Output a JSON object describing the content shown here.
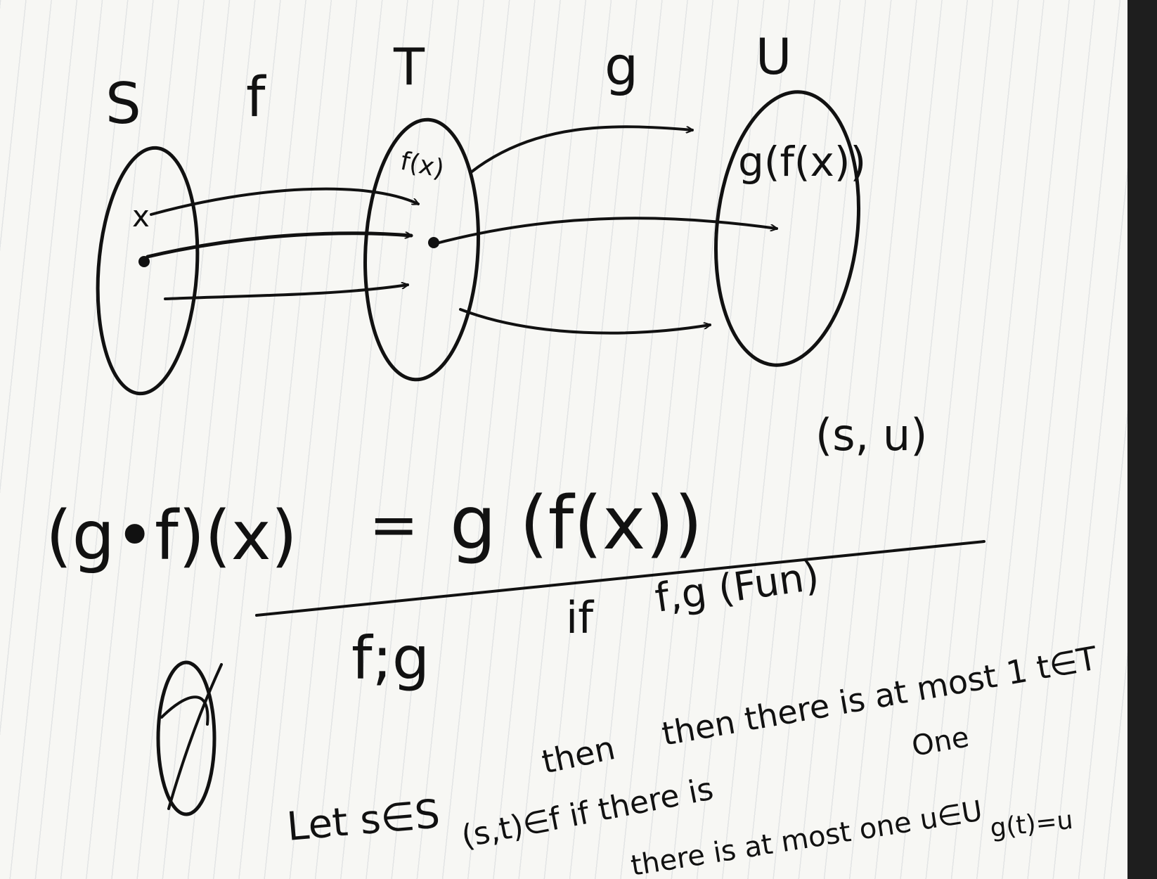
{
  "sets": {
    "domain_label": "S",
    "middle_label": "T",
    "codomain_label": "U"
  },
  "maps": {
    "first": "f",
    "second": "g"
  },
  "elements": {
    "x": "x",
    "fx": "f(x)",
    "gfx": "g(f(x))"
  },
  "pair": "(s, u)",
  "definition": {
    "lhs": "(g•f)(x)",
    "equals": "=",
    "rhs": "g (f(x))"
  },
  "note": {
    "composition": "f;g",
    "if_word": "if",
    "condition": "f,g (Fun)"
  },
  "proof": {
    "line1": "then there is at most 1 t∈T",
    "line2_start": "Let s∈S",
    "line2_end": "then",
    "line2_right": "One",
    "line3": "(s,t)∈f if there is",
    "line4": "there is at most one u∈U",
    "line5": "g(t)=u"
  },
  "colors": {
    "ink": "#111111",
    "paper": "#f7f7f4",
    "rule": "#7a8296"
  }
}
